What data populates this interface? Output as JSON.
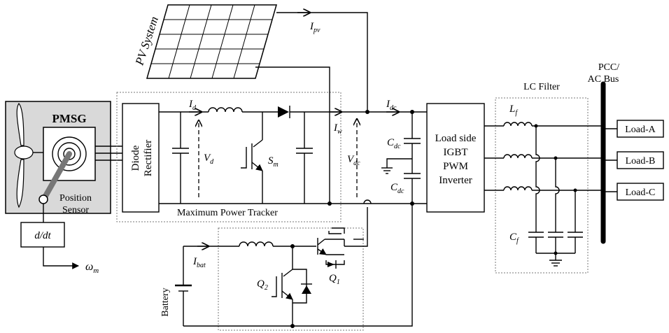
{
  "labels": {
    "pmsg": "PMSG",
    "position_sensor_line1": "Position",
    "position_sensor_line2": "Sensor",
    "ddt": "d/dt",
    "omega": "ω",
    "omega_sub": "m",
    "diode_rectifier_line1": "Diode",
    "diode_rectifier_line2": "Rectifier",
    "mpt": "Maximum Power Tracker",
    "pv_system": "PV System",
    "inverter_line1": "Load side",
    "inverter_line2": "IGBT",
    "inverter_line3": "PWM",
    "inverter_line4": "Inverter",
    "lc_filter": "LC Filter",
    "pcc_line1": "PCC/",
    "pcc_line2": "AC Bus",
    "battery": "Battery",
    "loads": [
      "Load-A",
      "Load-B",
      "Load-C"
    ]
  },
  "symbols": {
    "Id": {
      "main": "I",
      "sub": "d"
    },
    "Vd": {
      "main": "V",
      "sub": "d"
    },
    "Sm": {
      "main": "S",
      "sub": "m"
    },
    "Iw": {
      "main": "I",
      "sub": "w"
    },
    "Vdc": {
      "main": "V",
      "sub": "dc"
    },
    "Idc": {
      "main": "I",
      "sub": "dc"
    },
    "Cdc1": {
      "main": "C",
      "sub": "dc"
    },
    "Cdc2": {
      "main": "C",
      "sub": "dc"
    },
    "Ipv": {
      "main": "I",
      "sub": "pv"
    },
    "Ibat": {
      "main": "I",
      "sub": "bat"
    },
    "Q1": {
      "main": "Q",
      "sub": "1"
    },
    "Q2": {
      "main": "Q",
      "sub": "2"
    },
    "Lf": {
      "main": "L",
      "sub": "f"
    },
    "Cf": {
      "main": "C",
      "sub": "f"
    }
  },
  "colors": {
    "wiring": "#000000",
    "turbine_panel": "#d9d9d9",
    "dotted_box": "#777777"
  }
}
